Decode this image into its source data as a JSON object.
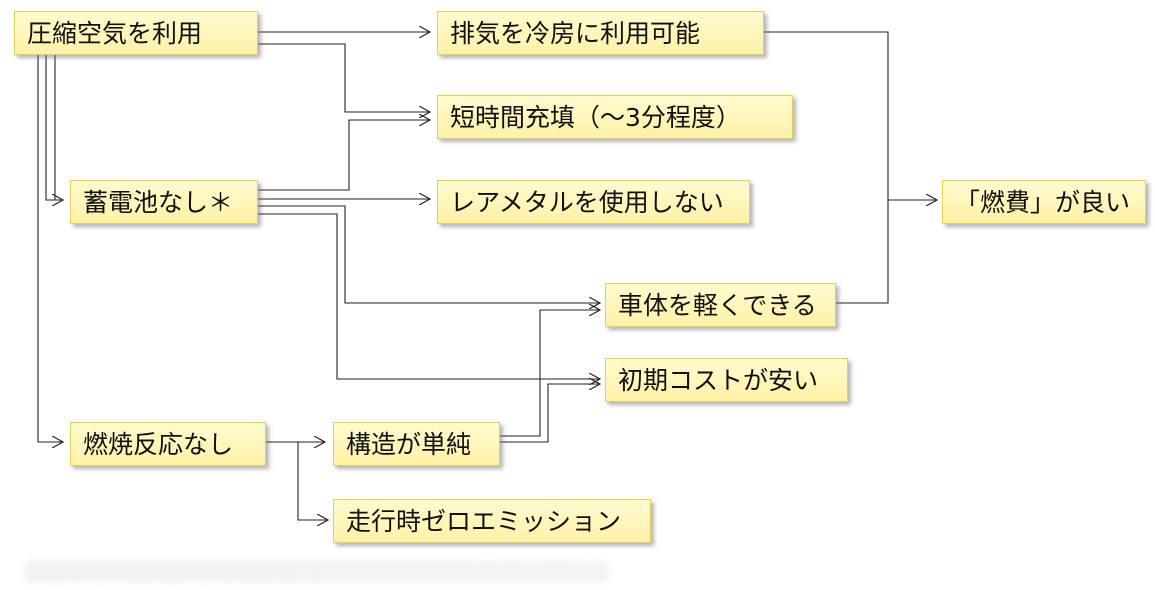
{
  "nodes": {
    "compressed_air": "圧縮空気を利用",
    "exhaust_cooling": "排気を冷房に利用可能",
    "short_refill": "短時間充填（～3分程度）",
    "no_battery": "蓄電池なし＊",
    "no_rare_metal": "レアメタルを使用しない",
    "good_fuel_economy": "「燃費」が良い",
    "lighter_body": "車体を軽くできる",
    "low_initial_cost": "初期コストが安い",
    "no_combustion": "燃焼反応なし",
    "simple_structure": "構造が単純",
    "zero_emission": "走行時ゼロエミッション"
  }
}
